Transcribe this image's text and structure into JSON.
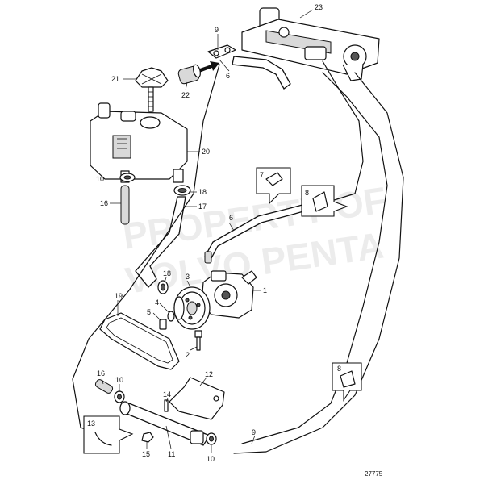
{
  "watermark": {
    "line1": "PROPERTY OF",
    "line2": "VOLVO PENTA"
  },
  "reference_number": "27775",
  "part_labels": {
    "p1": "1",
    "p2": "2",
    "p3": "3",
    "p4": "4",
    "p5": "5",
    "p6a": "6",
    "p6b": "6",
    "p7": "7",
    "p8a": "8",
    "p8b": "8",
    "p9a": "9",
    "p9b": "9",
    "p10a": "10",
    "p10b": "10",
    "p10c": "10",
    "p11": "11",
    "p12": "12",
    "p13": "13",
    "p14": "14",
    "p15": "15",
    "p16a": "16",
    "p16b": "16",
    "p17": "17",
    "p18a": "18",
    "p18b": "18",
    "p19": "19",
    "p20": "20",
    "p21": "21",
    "p22": "22",
    "p23": "23"
  }
}
